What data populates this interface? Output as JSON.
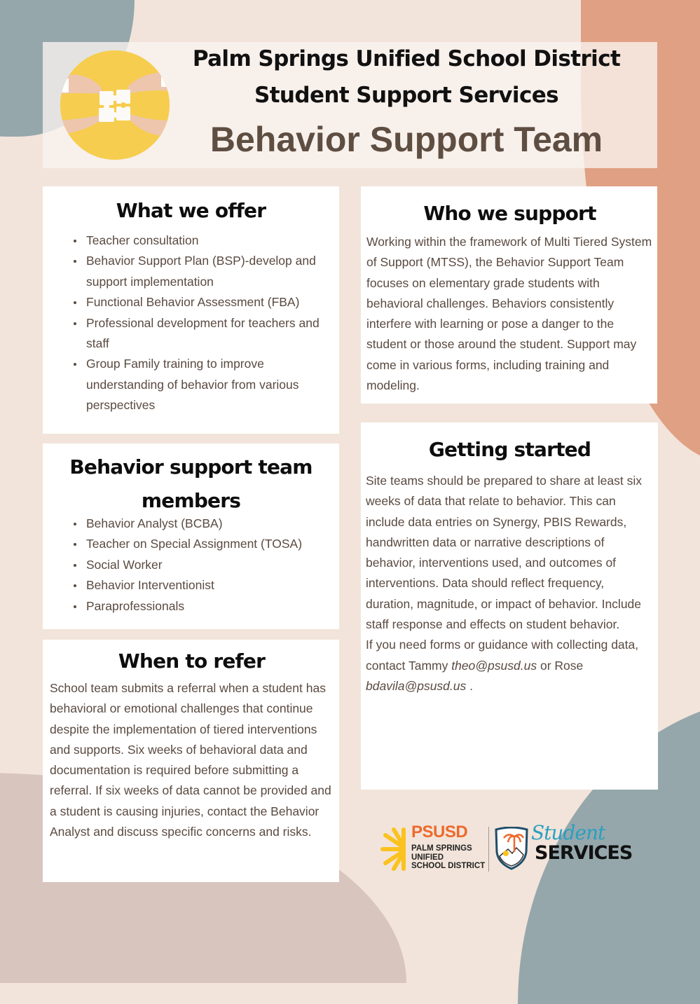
{
  "colors": {
    "background": "#f2e4da",
    "blob_slate": "#95a7ab",
    "blob_terracotta": "#e0a083",
    "blob_mauve": "#d8c5bd",
    "photo_yellow": "#f6cd4e",
    "title_brown": "#5e4e42",
    "body_text": "#5a4a40",
    "heading_black": "#0d0d0d",
    "psusd_orange": "#ec6a2c",
    "psusd_yellow": "#fbc21f",
    "student_blue": "#2a9fc0"
  },
  "header": {
    "line1": "Palm Springs Unified School District",
    "line2": "Student Support Services",
    "title": "Behavior Support Team",
    "photo_icon": "hands-puzzle-pieces-photo"
  },
  "sections": {
    "what_we_offer": {
      "heading": "What we offer",
      "items": [
        "Teacher consultation",
        "Behavior Support Plan (BSP)-develop and support implementation",
        "Functional Behavior Assessment (FBA)",
        "Professional development for teachers and staff",
        "Group Family training to improve understanding of behavior from various perspectives"
      ]
    },
    "who_we_support": {
      "heading": "Who we support",
      "body": "Working within the framework of Multi Tiered System of Support (MTSS), the Behavior Support Team focuses on elementary grade students with behavioral challenges.  Behaviors consistently interfere with learning or pose a danger to the student or those around the student.  Support may come in various forms, including training and modeling."
    },
    "team_members": {
      "heading": "Behavior support team members",
      "items": [
        "Behavior Analyst (BCBA)",
        "Teacher on Special Assignment (TOSA)",
        "Social Worker",
        "Behavior Interventionist",
        "Paraprofessionals"
      ]
    },
    "getting_started": {
      "heading": "Getting started",
      "body": "Site teams should be prepared to share at least six weeks of data that relate to behavior. This can include data entries on Synergy, PBIS Rewards, handwritten data or narrative descriptions of behavior, interventions used, and outcomes of interventions.  Data should reflect frequency, duration, magnitude, or impact of behavior.  Include staff response and effects on student behavior.",
      "contact_prefix": "If you need forms or guidance with collecting data, contact Tammy",
      "contact_email_1": "theo@psusd.us",
      "contact_middle": "or Rose",
      "contact_email_2": "bdavila@psusd.us",
      "contact_suffix": "."
    },
    "when_to_refer": {
      "heading": "When to refer",
      "body": "School team submits a referral when a student has behavioral or emotional challenges that continue despite the implementation of tiered interventions and supports.  Six weeks of behavioral data and documentation is required before submitting a referral.  If six weeks of data cannot be provided and a student is causing injuries, contact the Behavior Analyst and discuss specific concerns and risks."
    }
  },
  "footer": {
    "psusd_logo": {
      "word": "PSUSD",
      "sub_line1": "PALM SPRINGS",
      "sub_line2": "UNIFIED",
      "sub_line3": "SCHOOL DISTRICT",
      "icon": "sun-burst-icon"
    },
    "student_services_logo": {
      "word1": "Student",
      "word2": "SERVICES",
      "icon": "palm-tree-shield-icon"
    }
  }
}
